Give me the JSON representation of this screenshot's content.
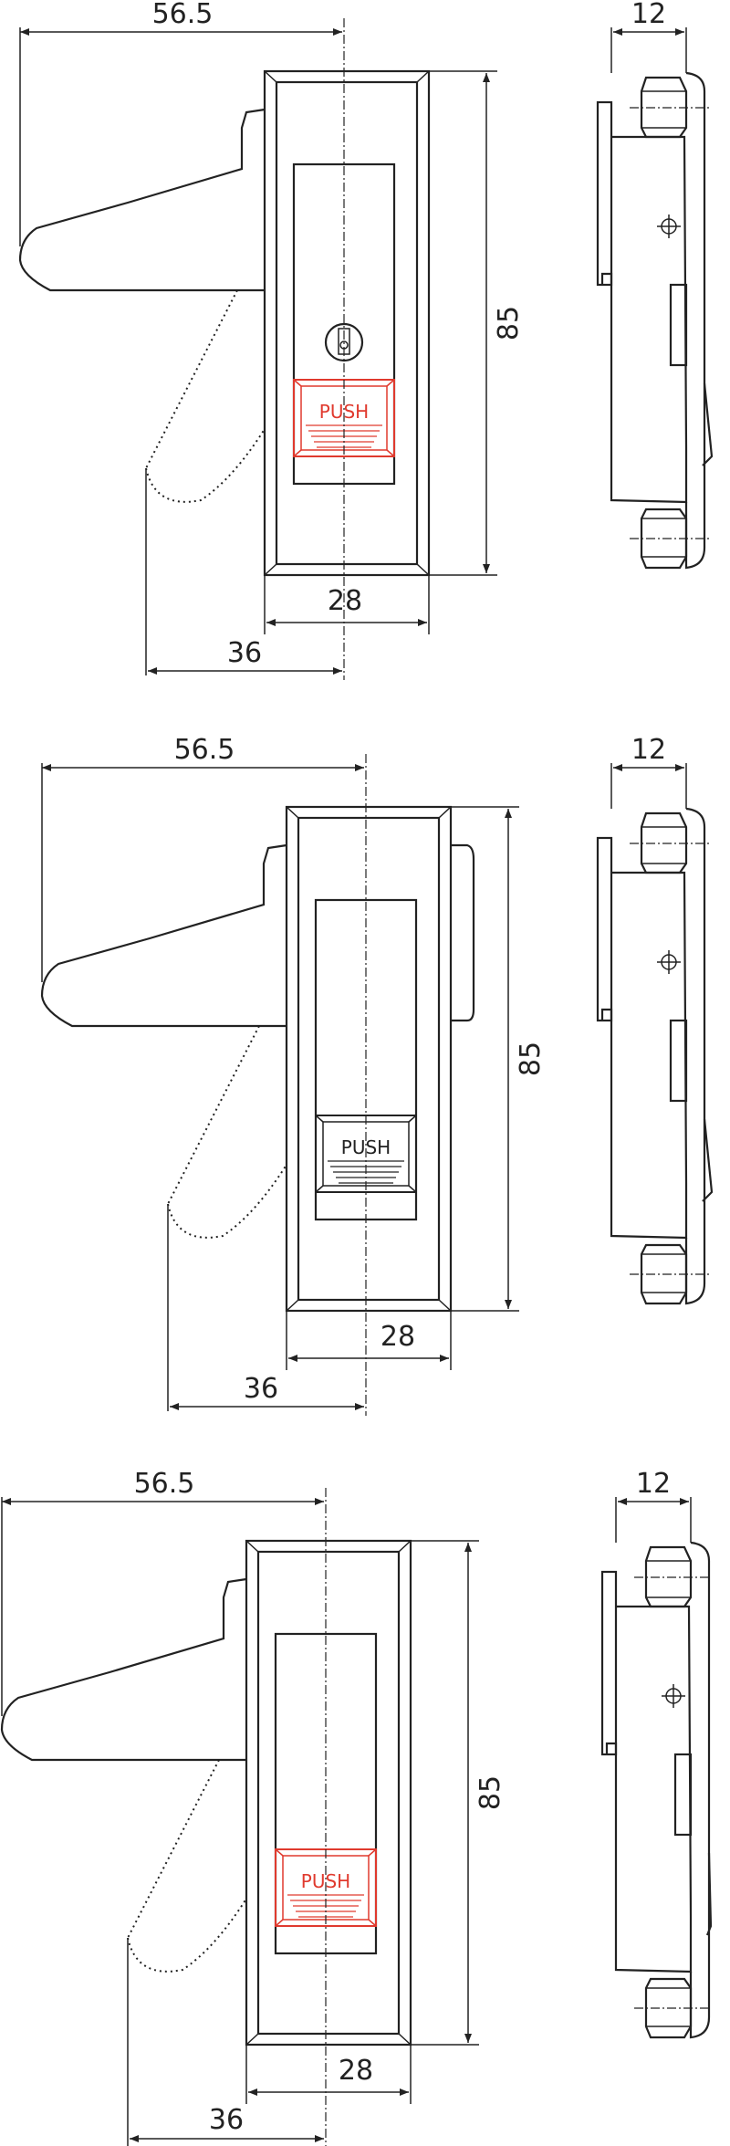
{
  "drawings": [
    {
      "width_label": "56.5",
      "height_label": "85",
      "face_label": "28",
      "reach_label": "36",
      "side_label": "12",
      "push_label": "PUSH",
      "push_color": "#e03a2e",
      "has_keyhole": true
    },
    {
      "width_label": "56.5",
      "height_label": "85",
      "face_label": "28",
      "reach_label": "36",
      "side_label": "12",
      "push_label": "PUSH",
      "push_color": "#222222",
      "has_keyhole": false
    },
    {
      "width_label": "56.5",
      "height_label": "85",
      "face_label": "28",
      "reach_label": "36",
      "side_label": "12",
      "push_label": "PUSH",
      "push_color": "#e03a2e",
      "has_keyhole": false
    }
  ]
}
